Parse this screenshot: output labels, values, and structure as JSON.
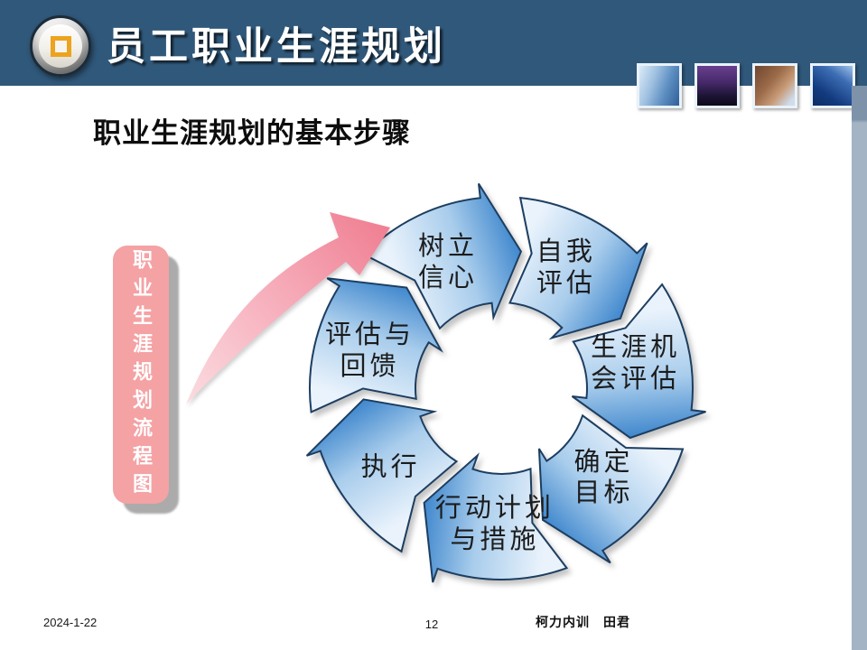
{
  "slide": {
    "header": {
      "title": "员工职业生涯规划"
    },
    "subtitle": "职业生涯规划的基本步骤",
    "flow_label": "职业生涯规划流程图",
    "footer": {
      "date": "2024-1-22",
      "page": "12",
      "credit": "柯力内训　田君"
    }
  },
  "diagram": {
    "type": "cycle",
    "direction": "clockwise",
    "steps": [
      {
        "label": "树立信心",
        "lines": [
          "树立",
          "信心"
        ]
      },
      {
        "label": "自我评估",
        "lines": [
          "自我",
          "评估"
        ]
      },
      {
        "label": "生涯机会评估",
        "lines": [
          "生涯机",
          "会评估"
        ]
      },
      {
        "label": "确定目标",
        "lines": [
          "确定",
          "目标"
        ]
      },
      {
        "label": "行动计划与措施",
        "lines": [
          "行动计划",
          "与措施"
        ]
      },
      {
        "label": "执行",
        "lines": [
          "执行"
        ]
      },
      {
        "label": "评估与回馈",
        "lines": [
          "评估与",
          "回馈"
        ]
      }
    ]
  },
  "colors": {
    "header_bg": "#30587a",
    "title_text": "#ffffff",
    "logo_gold": "#eda31d",
    "pink_box": "#f4a2a4",
    "pink_arrow_dark": "#ef7f92",
    "pink_arrow_light": "#fbdce1",
    "arrow_blue_dark": "#3f87cd",
    "arrow_blue_mid": "#a9cdec",
    "arrow_blue_light": "#eaf3fc",
    "arrow_outline": "#1d3e61",
    "side_strip_top": "#7e93a9",
    "side_strip": "#a4b4c5",
    "shadow_gray": "#ababab"
  }
}
